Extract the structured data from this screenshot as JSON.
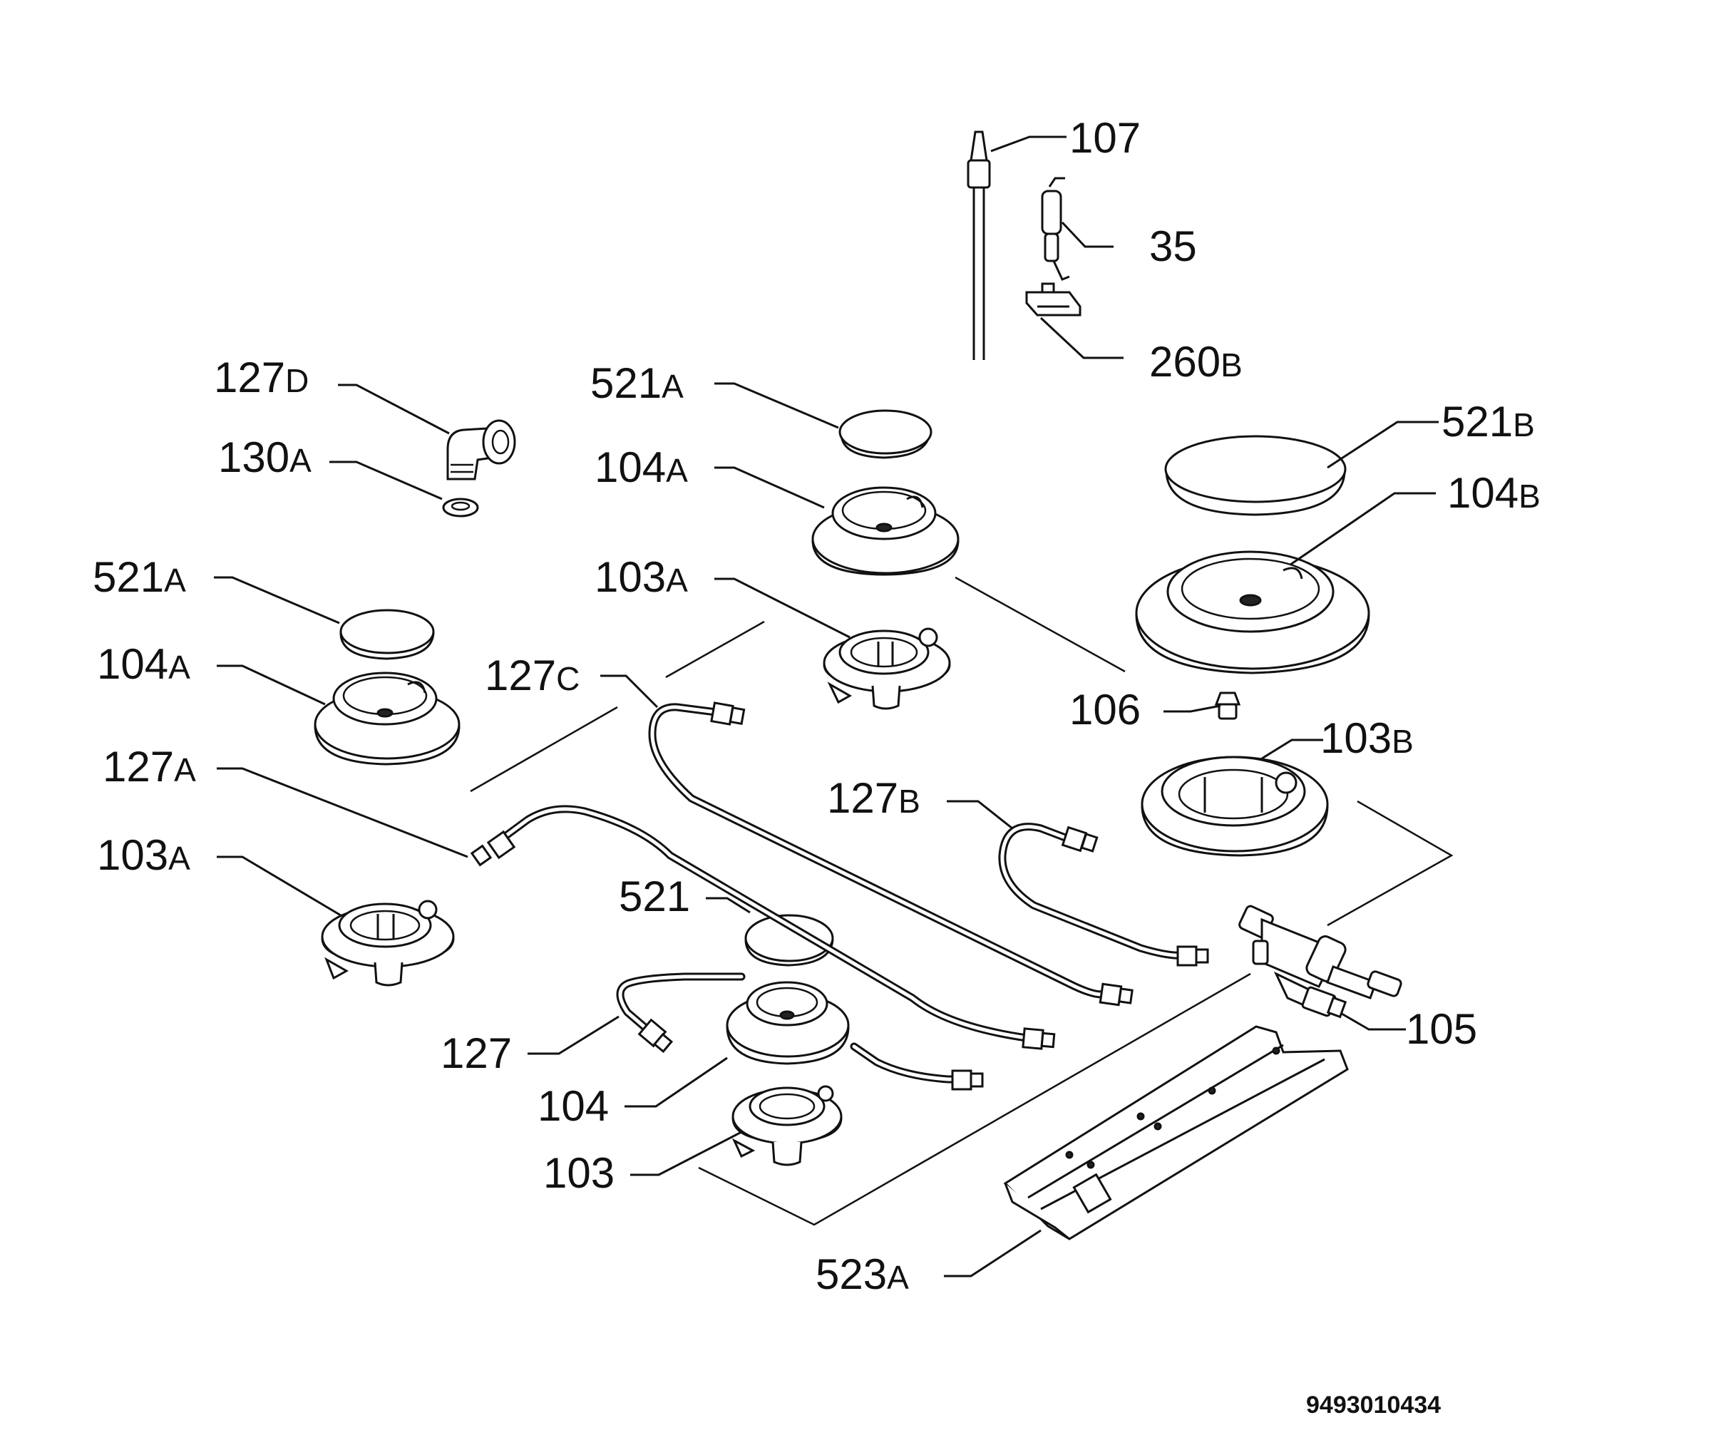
{
  "callouts": [
    {
      "num": "107",
      "suf": ""
    },
    {
      "num": "35",
      "suf": ""
    },
    {
      "num": "260",
      "suf": "B"
    },
    {
      "num": "127",
      "suf": "D"
    },
    {
      "num": "130",
      "suf": "A"
    },
    {
      "num": "521",
      "suf": "A"
    },
    {
      "num": "104",
      "suf": "A"
    },
    {
      "num": "521",
      "suf": "B"
    },
    {
      "num": "104",
      "suf": "B"
    },
    {
      "num": "521",
      "suf": "A"
    },
    {
      "num": "103",
      "suf": "A"
    },
    {
      "num": "104",
      "suf": "A"
    },
    {
      "num": "127",
      "suf": "C"
    },
    {
      "num": "106",
      "suf": ""
    },
    {
      "num": "103",
      "suf": "B"
    },
    {
      "num": "127",
      "suf": "A"
    },
    {
      "num": "127",
      "suf": "B"
    },
    {
      "num": "103",
      "suf": "A"
    },
    {
      "num": "521",
      "suf": ""
    },
    {
      "num": "105",
      "suf": ""
    },
    {
      "num": "127",
      "suf": ""
    },
    {
      "num": "104",
      "suf": ""
    },
    {
      "num": "103",
      "suf": ""
    },
    {
      "num": "523",
      "suf": "A"
    }
  ],
  "drawing_code": "9493010434"
}
